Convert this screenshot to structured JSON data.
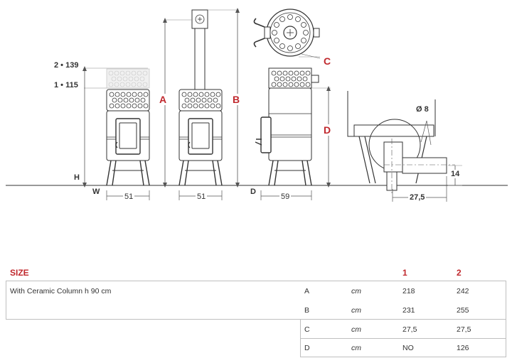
{
  "drawing": {
    "height_labels": [
      "2 • 139",
      "1 • 115"
    ],
    "h_label": "H",
    "w_label": "W",
    "d_label": "D",
    "dim_front_width": "51",
    "dim_side_width": "51",
    "dim_depth": "59",
    "letter_a": "A",
    "letter_b": "B",
    "letter_c": "C",
    "letter_d": "D",
    "diameter_label": "Ø 8",
    "dim_27_5": "27,5",
    "dim_14": "14"
  },
  "table": {
    "heading": "SIZE",
    "col1": "1",
    "col2": "2",
    "rows": [
      {
        "desc": "With Ceramic Column h 90 cm",
        "key": "A",
        "unit": "cm",
        "v1": "218",
        "v2": "242"
      },
      {
        "desc": "",
        "key": "B",
        "unit": "cm",
        "v1": "231",
        "v2": "255"
      },
      {
        "desc": "",
        "key": "C",
        "unit": "cm",
        "v1": "27,5",
        "v2": "27,5"
      },
      {
        "desc": "",
        "key": "D",
        "unit": "cm",
        "v1": "NO",
        "v2": "126"
      }
    ]
  },
  "colors": {
    "accent": "#c0282d",
    "line": "#333333",
    "rule": "#bfbfbf"
  }
}
